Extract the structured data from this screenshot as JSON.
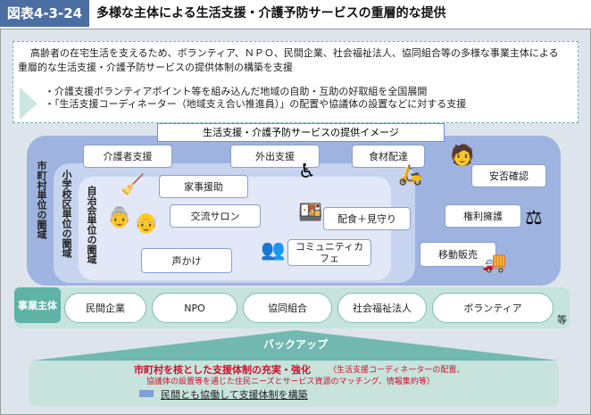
{
  "header": {
    "figure_id": "図表4-3-24",
    "title": "多様な主体による生活支援・介護予防サービスの重層的な提供"
  },
  "intro": {
    "line1": "高齢者の在宅生活を支えるため、ボランティア、ＮＰＯ、民間企業、社会福祉法人、協同組合等の多様な事業主体による",
    "line2": "重層的な生活支援・介護予防サービスの提供体制の構築を支援",
    "bullets": [
      "・介護支援ボランティアポイント等を組み込んだ地域の自助・互助の好取組を全国展開",
      "・「生活支援コーディネーター（地域支え合い推進員）」の配置や協議体の設置などに対する支援"
    ]
  },
  "image_title": "生活支援・介護予防サービスの提供イメージ",
  "areas": {
    "municipality": "市町村単位の圏域",
    "school_district": "小学校区単位の圏域",
    "neighborhood": "自治会単位の圏域"
  },
  "services": [
    "介護者支援",
    "外出支援",
    "食材配達",
    "安否確認",
    "家事援助",
    "交流サロン",
    "配食＋見守り",
    "権利擁護",
    "声かけ",
    "コミュニティカフェ",
    "移動販売"
  ],
  "entities": {
    "label": "事業主体",
    "items": [
      "民間企業",
      "NPO",
      "協同組合",
      "社会福祉法人",
      "ボランティア"
    ],
    "suffix": "等"
  },
  "backup": {
    "label": "バックアップ",
    "main": "市町村を核とした支援体制の充実・強化",
    "detail1": "（生活支援コーディネーターの配置、",
    "detail2": "協議体の設置等を通じた住民ニーズとサービス資源のマッチング、情報集約等）",
    "conclusion": "民間とも協働して支援体制を構築"
  }
}
